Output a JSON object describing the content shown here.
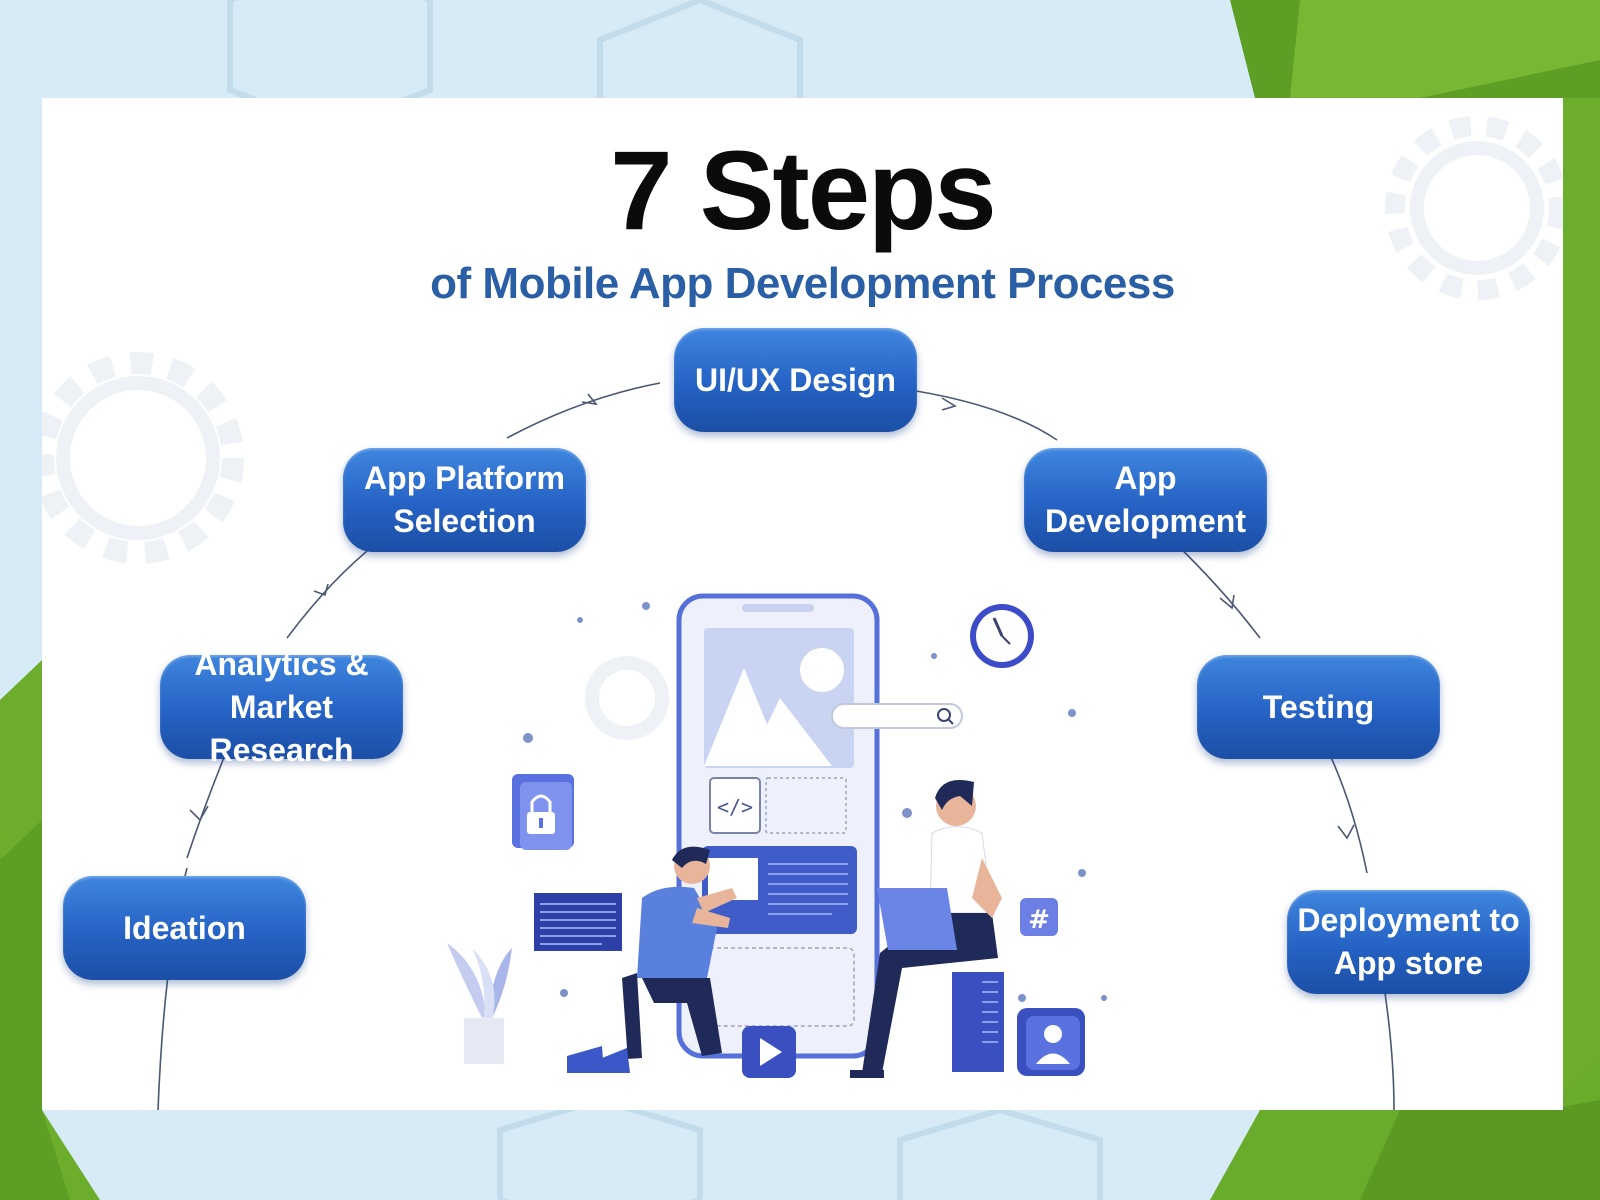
{
  "title": "7 Steps",
  "subtitle": "of Mobile App Development Process",
  "steps": [
    {
      "label": "Ideation"
    },
    {
      "label": "Analytics & Market Research"
    },
    {
      "label": "App Platform Selection"
    },
    {
      "label": "UI/UX Design"
    },
    {
      "label": "App Development"
    },
    {
      "label": "Testing"
    },
    {
      "label": "Deployment to App store"
    }
  ],
  "icons": {
    "hash": "#",
    "code": "</>"
  },
  "colors": {
    "step_blue": "#2562c4",
    "subtitle_blue": "#2a5ea5",
    "illustration_blue": "#4a6ee0",
    "frame_green": "#6fb12b"
  }
}
